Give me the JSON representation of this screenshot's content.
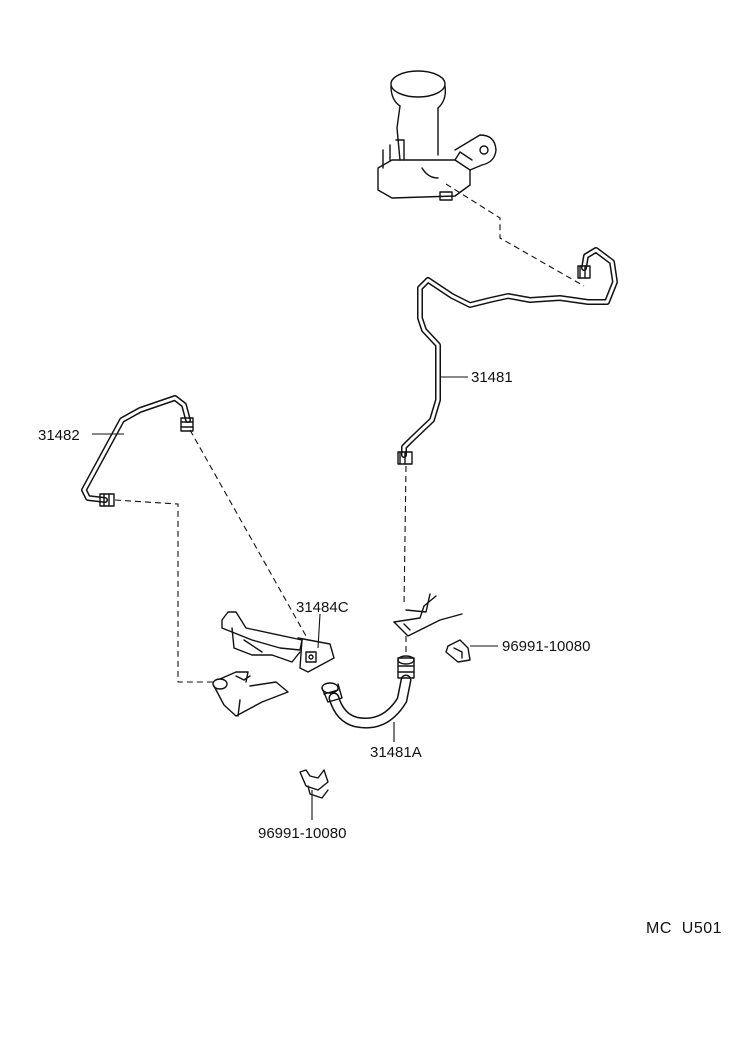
{
  "labels": {
    "tube_31481": "31481",
    "tube_31482": "31482",
    "bracket_31484c": "31484C",
    "hose_31481a": "31481A",
    "clip_right": "96991-10080",
    "clip_bottom": "96991-10080"
  },
  "diagram_code": "MC  U501"
}
